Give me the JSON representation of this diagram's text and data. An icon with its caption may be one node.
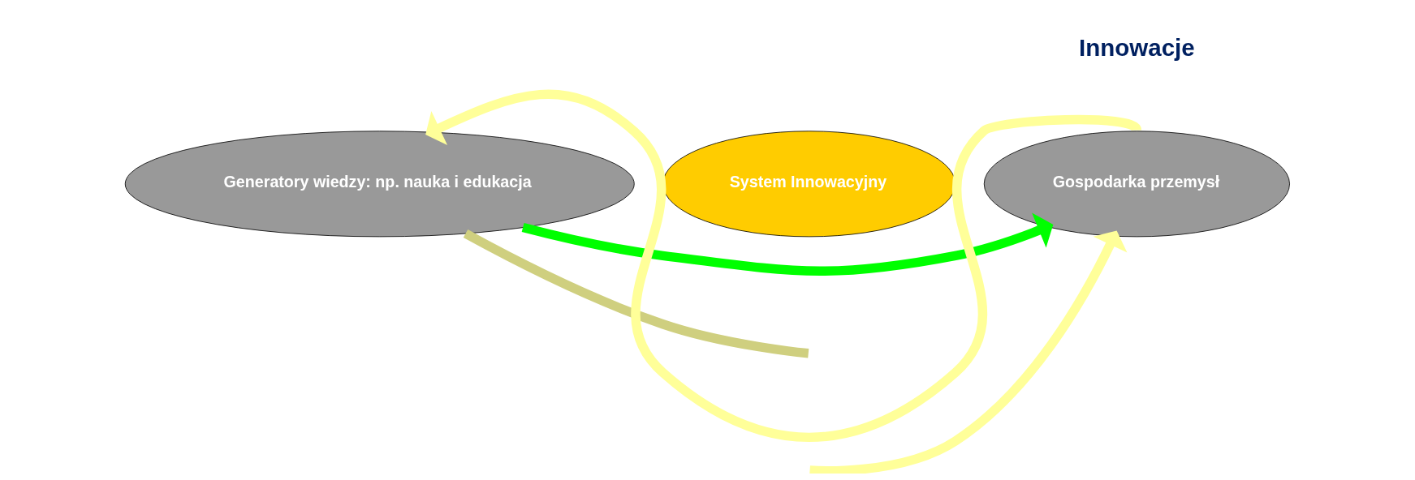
{
  "diagram": {
    "nodes": [
      {
        "text": [
          "Generatory wiedzy: np. nauka i edukacja"
        ]
      },
      {
        "text": [
          "System Innowacyjny"
        ]
      },
      {
        "text": [
          "Gospodarka przemysł"
        ]
      }
    ],
    "edges": [
      {
        "from": 0,
        "to": 2,
        "arrow": "to",
        "color": "#00ff00"
      },
      {
        "from": 2,
        "to": 0,
        "arrow": "to"
      },
      {
        "from": 0,
        "to": null,
        "arrow": "none",
        "color": "#cfcf7f"
      },
      {
        "from": null,
        "to": 2,
        "arrow": "to"
      }
    ],
    "labels": [
      "Innowacje"
    ]
  }
}
